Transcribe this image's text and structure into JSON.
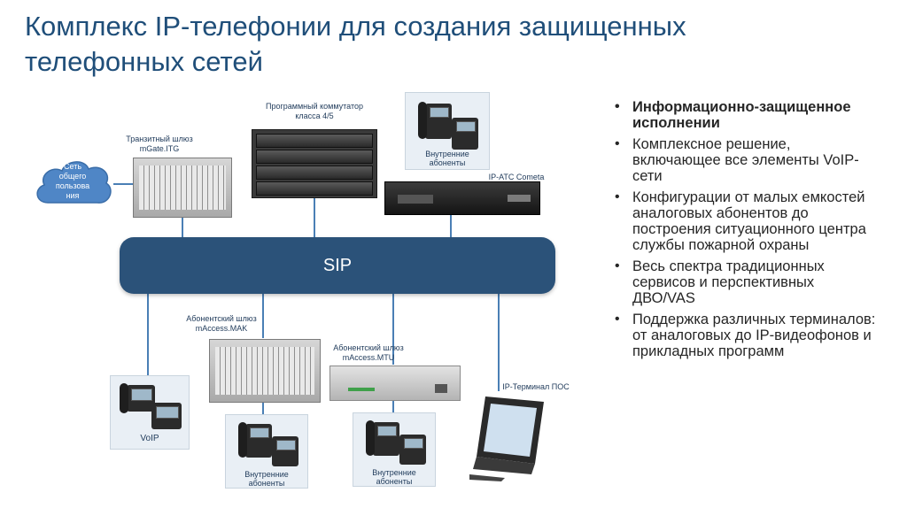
{
  "title_line1": "Комплекс IP-телефонии для создания защищенных",
  "title_line2": "телефонных сетей",
  "diagram": {
    "softswitch_label_line1": "Программный коммутатор",
    "softswitch_label_line2": "класса 4/5",
    "transit_label_line1": "Транзитный шлюз",
    "transit_label_line2": "mGate.ITG",
    "cloud_line1": "Сеть",
    "cloud_line2": "общего",
    "cloud_line3": "пользова",
    "cloud_line4": "ния",
    "inner_subscribers_line1": "Внутренние",
    "inner_subscribers_line2": "абоненты",
    "ipats_label": "IP-АТС Cometa",
    "sip_label": "SIP",
    "mak_label_line1": "Абонентский шлюз",
    "mak_label_line2": "mAccess.MAK",
    "mtu_label_line1": "Абонентский шлюз",
    "mtu_label_line2": "mAccess.MTU",
    "pos_label": "IP-Терминал ПОС",
    "voip_label": "VoIP"
  },
  "bullets": [
    {
      "text": "Информационно-защищенное исполнении",
      "bold": true
    },
    {
      "text": "Комплексное решение, включающее все элементы VoIP-сети",
      "bold": false
    },
    {
      "text": "Конфигурации от малых емкостей аналоговых абонентов до построения ситуационного центра службы пожарной охраны",
      "bold": false
    },
    {
      "text": "Весь спектра традиционных сервисов и перспективных ДВО/VAS",
      "bold": false
    },
    {
      "text": "Поддержка различных терминалов: от аналоговых  до IP-видеофонов и прикладных программ",
      "bold": false
    }
  ],
  "bullet_glyph": "•",
  "colors": {
    "title": "#1f4e79",
    "sip_bar": "#2b5279",
    "cloud": "#4f86c6"
  }
}
